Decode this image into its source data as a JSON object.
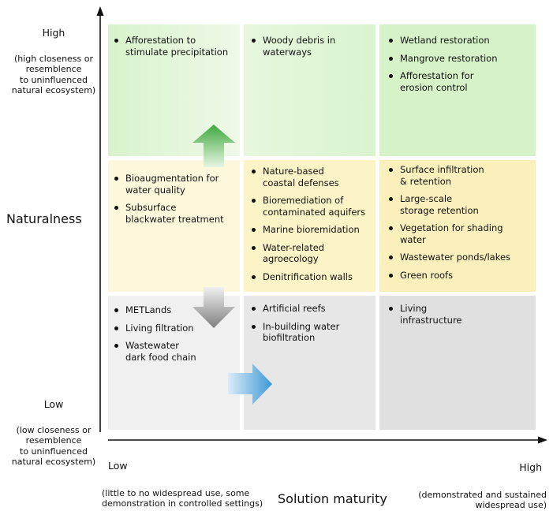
{
  "axes": {
    "y": {
      "title": "Naturalness",
      "high": "High",
      "high_note": "(high closeness or\nresemblence\nto uninfluenced\nnatural ecosystem)",
      "low": "Low",
      "low_note": "(low closeness or\nresemblence\nto uninfluenced\nnatural ecosystem)"
    },
    "x": {
      "title": "Solution maturity",
      "low": "Low",
      "low_note": "(little to no widespread use, some\ndemonstration in controlled settings)",
      "high": "High",
      "high_note": "(demonstrated and sustained\nwidespread use)"
    }
  },
  "colors": {
    "green_light": "#e9f8e2",
    "green": "#d8f3cb",
    "yellow_light": "#fdf8dc",
    "yellow": "#fbf1be",
    "gray_light": "#efefef",
    "gray": "#e2e2e2",
    "arrow_green": "#5cb85a",
    "arrow_gray": "#8a8a8a",
    "arrow_blue": "#4aa3d8"
  },
  "grid": {
    "high": {
      "low": [
        "Afforestation to\nstimulate precipitation"
      ],
      "mid": [
        "Woody debris in\nwaterways"
      ],
      "high": [
        "Wetland restoration",
        "Mangrove restoration",
        "Afforestation for\nerosion control"
      ]
    },
    "mid": {
      "low": [
        "Bioaugmentation for\nwater quality",
        "Subsurface\nblackwater treatment"
      ],
      "mid": [
        "Nature-based\ncoastal defenses",
        "Bioremediation of\ncontaminated aquifers",
        "Marine bioremidation",
        "Water-related\nagroecology",
        "Denitrification walls"
      ],
      "high": [
        "Surface infiltration\n& retention",
        "Large-scale\nstorage retention",
        "Vegetation for shading\nwater",
        "Wastewater ponds/lakes",
        "Green roofs"
      ]
    },
    "low": {
      "low": [
        "METLands",
        "Living filtration",
        "Wastewater\ndark food chain"
      ],
      "mid": [
        "Artificial reefs",
        "In-building water\nbiofiltration"
      ],
      "high": [
        "Living\ninfrastructure"
      ]
    }
  }
}
